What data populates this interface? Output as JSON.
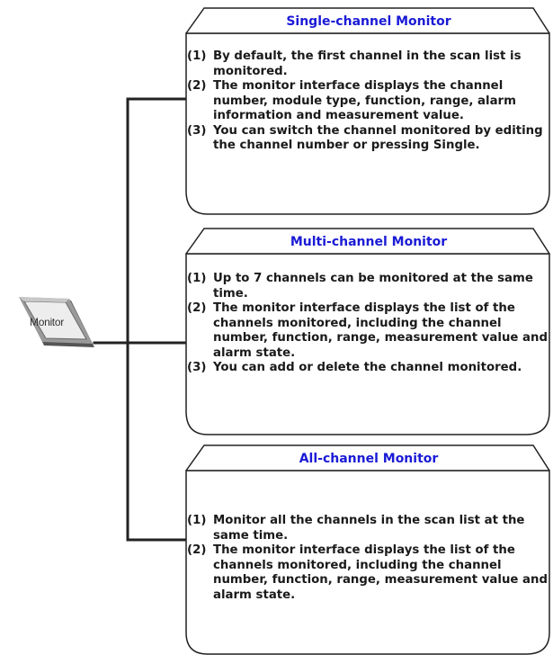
{
  "key": {
    "label": "Monitor"
  },
  "boxes": [
    {
      "title": "Single-channel Monitor",
      "items": [
        {
          "num": "(1)",
          "text": "By default, the first channel in the scan list is monitored."
        },
        {
          "num": "(2)",
          "text": "The monitor interface displays the channel number, module type, function, range, alarm information and measurement value."
        },
        {
          "num": "(3)",
          "text": "You can switch the channel monitored by editing the channel number or pressing Single."
        }
      ]
    },
    {
      "title": "Multi-channel Monitor",
      "items": [
        {
          "num": "(1)",
          "text": "Up to 7 channels can be monitored at the same time."
        },
        {
          "num": "(2)",
          "text": "The monitor interface displays the list of the channels monitored, including the channel number, function, range, measurement value and alarm state."
        },
        {
          "num": "(3)",
          "text": "You can add or delete the channel monitored."
        }
      ]
    },
    {
      "title": "All-channel Monitor",
      "items": [
        {
          "num": "(1)",
          "text": "Monitor all the channels in the scan list at the same time."
        },
        {
          "num": "(2)",
          "text": "The monitor interface displays the list of the channels monitored, including the channel number, function, range, measurement value and alarm state."
        }
      ]
    }
  ]
}
